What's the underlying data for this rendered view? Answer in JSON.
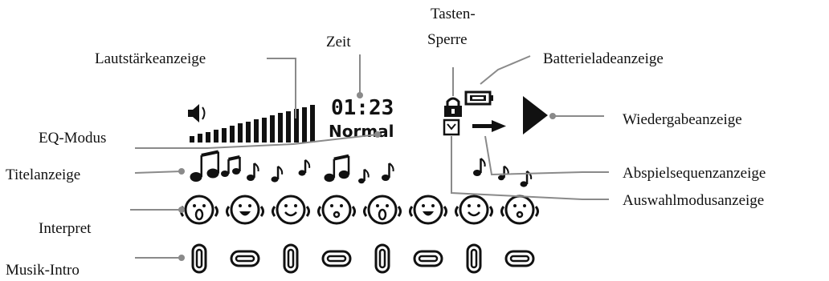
{
  "labels": {
    "volume": "Lautstärkeanzeige",
    "time": "Zeit",
    "key_lock_line1": "Tasten-",
    "key_lock_line2": "Sperre",
    "battery": "Batterieladeanzeige",
    "playback": "Wiedergabeanzeige",
    "eq_mode": "EQ-Modus",
    "play_sequence": "Abspielsequenzanzeige",
    "title_display": "Titelanzeige",
    "selection_mode": "Auswahlmodusanzeige",
    "artist": "Interpret",
    "music_intro": "Musik-Intro"
  },
  "lcd": {
    "time_value": "01:23",
    "eq_value": "Normal"
  },
  "colors": {
    "ink": "#111111",
    "leader": "#8a8a8a",
    "background": "#ffffff"
  },
  "icons": {
    "speaker": "speaker-icon",
    "lock": "lock-icon",
    "battery": "battery-icon",
    "play": "play-icon",
    "sequence": "arrow-right-icon",
    "selection": "checkbox-icon",
    "notes": "music-note-icon",
    "faces": "face-icon",
    "clips": "paperclip-icon"
  }
}
